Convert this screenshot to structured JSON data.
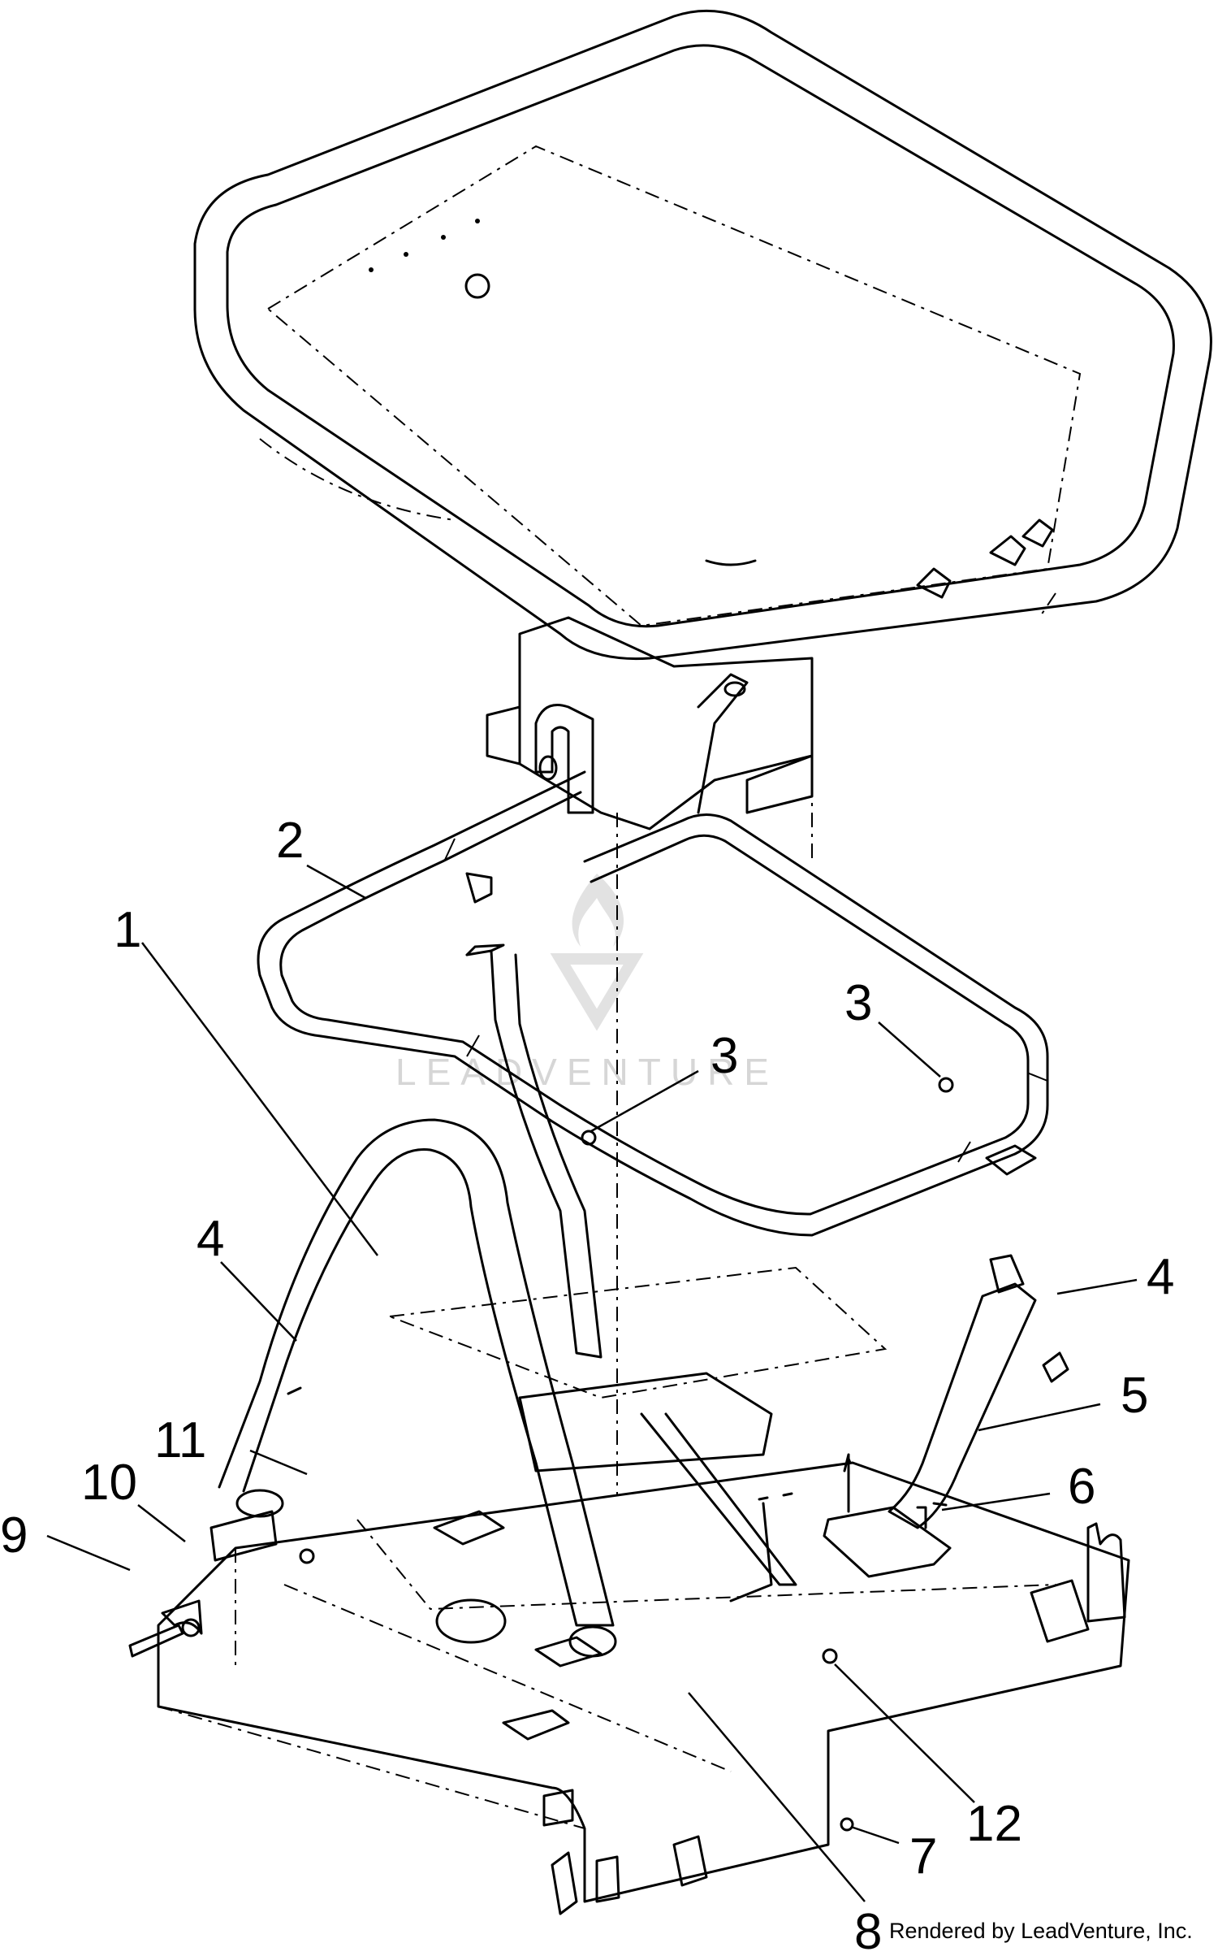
{
  "callouts": [
    {
      "id": "1",
      "text": "1"
    },
    {
      "id": "2",
      "text": "2"
    },
    {
      "id": "3a",
      "text": "3"
    },
    {
      "id": "3b",
      "text": "3"
    },
    {
      "id": "4a",
      "text": "4"
    },
    {
      "id": "4b",
      "text": "4"
    },
    {
      "id": "5",
      "text": "5"
    },
    {
      "id": "6",
      "text": "6"
    },
    {
      "id": "7",
      "text": "7"
    },
    {
      "id": "8",
      "text": "8"
    },
    {
      "id": "9",
      "text": "9"
    },
    {
      "id": "10",
      "text": "10"
    },
    {
      "id": "11",
      "text": "11"
    },
    {
      "id": "12",
      "text": "12"
    }
  ],
  "watermark": "LEADVENTURE",
  "credit": "Rendered by LeadVenture, Inc."
}
